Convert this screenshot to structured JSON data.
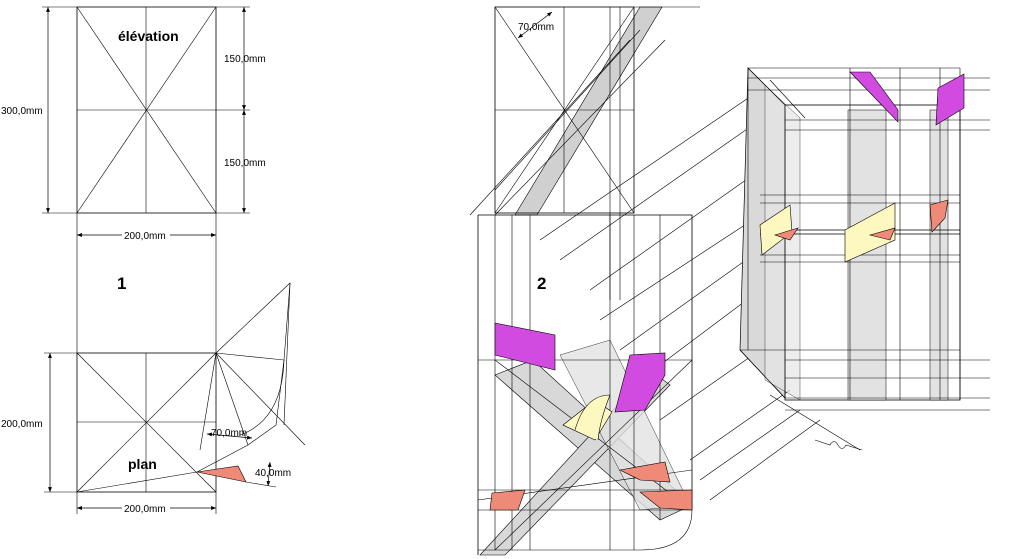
{
  "labels": {
    "elevation": "élévation",
    "plan": "plan",
    "figure1": "1",
    "figure2": "2"
  },
  "dimensions": {
    "height_total": "300,0mm",
    "height_top": "150,0mm",
    "height_bottom": "150,0mm",
    "width_mid": "200,0mm",
    "plan_depth": "200,0mm",
    "width_bottom": "200,0mm",
    "offset_a": "70,0mm",
    "offset_b": "40,0mm",
    "offset_c": "70,0mm"
  },
  "colors": {
    "magenta": "#d14be0",
    "salmon": "#f08a78",
    "cream": "#fdf7c0",
    "grey": "#d0d0d0",
    "line": "#000000"
  }
}
